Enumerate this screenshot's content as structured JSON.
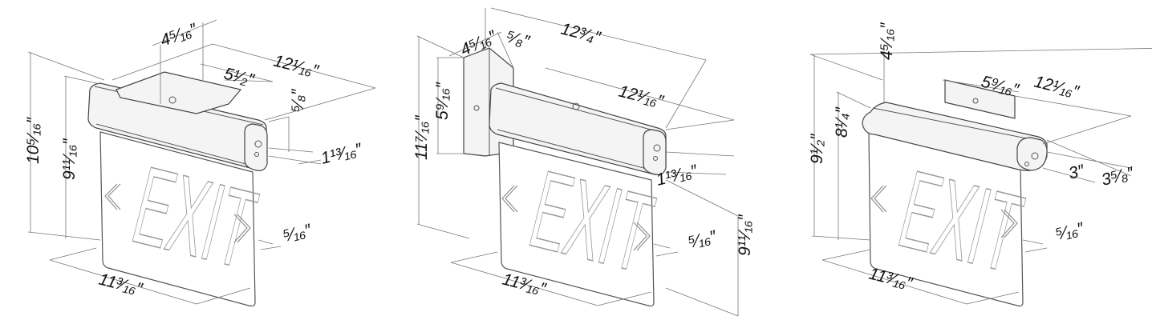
{
  "views": [
    {
      "name": "ceiling-mount",
      "sign_text": "EXIT",
      "dimensions": {
        "top_depth": "4⁵⁄₁₆″",
        "length": "12¹⁄₁₆″",
        "canopy_width": "5¹⁄₂″",
        "canopy_height": "⁵⁄₈″",
        "overall_height": "10⁵⁄₁₆″",
        "panel_height": "9¹¹⁄₁₆″",
        "housing_height": "1¹³⁄₁₆″",
        "panel_thickness": "⁵⁄₁₆″",
        "panel_width": "11³⁄₁₆″"
      }
    },
    {
      "name": "wall-mount",
      "sign_text": "EXIT",
      "dimensions": {
        "plate_depth": "4⁵⁄₁₆″",
        "plate_thickness": "⁵⁄₈″",
        "overall_length": "12³⁄₄″",
        "overall_height": "11⁷⁄₁₆″",
        "plate_height": "5⁹⁄₁₆″",
        "housing_length": "12¹⁄₁₆″",
        "housing_height": "1¹³⁄₁₆″",
        "panel_thickness": "⁵⁄₁₆″",
        "panel_height": "9¹¹⁄₁₆″",
        "panel_width": "11³⁄₁₆″"
      }
    },
    {
      "name": "end-mount",
      "sign_text": "EXIT",
      "dimensions": {
        "top_depth": "4⁵⁄₁₆″",
        "plate_width": "5⁹⁄₁₆″",
        "length": "12¹⁄₁₆″",
        "overall_height": "9¹⁄₂″",
        "panel_height": "8¹⁄₄″",
        "housing_diameter": "3″",
        "housing_depth": "3⁵⁄₈″",
        "panel_thickness": "⁵⁄₁₆″",
        "panel_width": "11³⁄₁₆″"
      }
    }
  ]
}
